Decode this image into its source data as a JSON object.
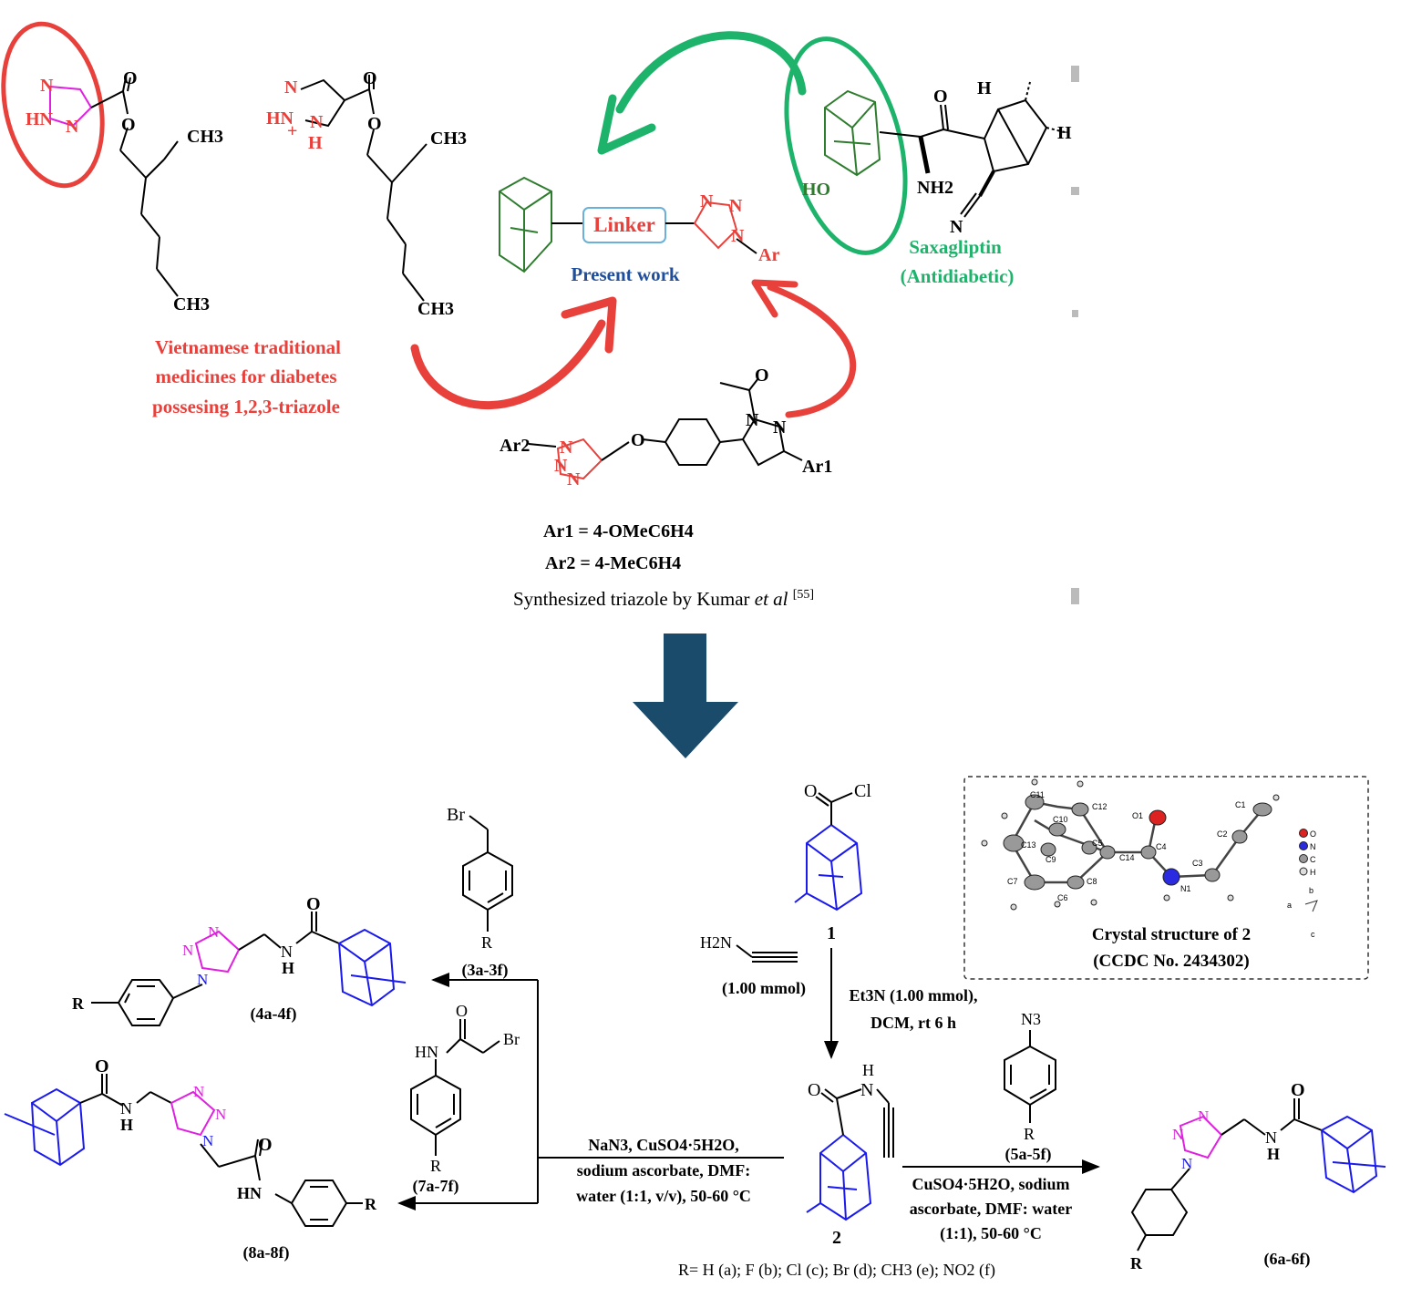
{
  "colors": {
    "red": "#e8413c",
    "green": "#1eb36b",
    "blue_text": "#1f4e9c",
    "magenta": "#e020e0",
    "struct_blue": "#1a1aee",
    "arrow_blue": "#1b4b6b",
    "adamantane_green": "#2e7d2e"
  },
  "top": {
    "compound1": {
      "o_carbonyl": "O",
      "o_ester": "O",
      "n1": "N",
      "hn": "HN",
      "n3": "N",
      "ch3_top": "CH3",
      "ch3_bottom": "CH3"
    },
    "compound2": {
      "o_carbonyl": "O",
      "o_ester": "O",
      "n_top": "N",
      "hn_plus": "HN",
      "plus": "+",
      "nh": "N",
      "h": "H",
      "ch3_top": "CH3",
      "ch3_bottom": "CH3"
    },
    "viet_caption": [
      "Vietnamese traditional",
      "medicines for diabetes",
      "possesing 1,2,3-triazole"
    ],
    "present_work": {
      "linker": "Linker",
      "label": "Present work",
      "n1": "N",
      "n2": "N",
      "n3": "N",
      "ar": "Ar"
    },
    "saxagliptin": {
      "name": "Saxagliptin",
      "role": "(Antidiabetic)",
      "o": "O",
      "h_top": "H",
      "h_right": "H",
      "ho": "HO",
      "nh2": "NH2",
      "n": "N"
    },
    "kumar": {
      "ar2": "Ar2",
      "ar1": "Ar1",
      "o_ether": "O",
      "o_acetyl": "O",
      "n_pyr1": "N",
      "n_pyr2": "N",
      "n_tri1": "N",
      "n_tri2": "N",
      "n_tri3": "N",
      "def1": "Ar1 = 4-OMeC6H4",
      "def2": "Ar2 = 4-MeC6H4",
      "caption": "Synthesized triazole by Kumar",
      "caption_italic": "et al",
      "ref": "[55]"
    }
  },
  "scheme": {
    "start": {
      "o": "O",
      "cl": "Cl",
      "number": "1"
    },
    "amine": {
      "h2n": "H2N",
      "amount": "(1.00 mmol)"
    },
    "step1": {
      "line1": "Et3N (1.00 mmol),",
      "line2": "DCM, rt 6 h"
    },
    "intermediate": {
      "o": "O",
      "nh": "N",
      "h": "H",
      "number": "2"
    },
    "azide": {
      "n3": "N3",
      "r": "R",
      "label": "(5a-5f)"
    },
    "step_right": {
      "line1": "CuSO4·5H2O, sodium",
      "line2": "ascorbate, DMF: water",
      "line3": "(1:1), 50-60 °C"
    },
    "step_left": {
      "line1": "NaN3, CuSO4·5H2O,",
      "line2": "sodium ascorbate, DMF:",
      "line3": "water (1:1, v/v), 50-60 °C"
    },
    "bromide_benzyl": {
      "br": "Br",
      "r": "R",
      "label": "(3a-3f)"
    },
    "bromide_amide": {
      "br": "Br",
      "hn": "HN",
      "o": "O",
      "r": "R",
      "label": "(7a-7f)"
    },
    "product_4": {
      "label": "(4a-4f)",
      "r": "R",
      "o": "O",
      "n": "N",
      "h": "H"
    },
    "product_8": {
      "label": "(8a-8f)",
      "r": "R",
      "o1": "O",
      "o2": "O",
      "n": "N",
      "h": "H",
      "hn": "HN"
    },
    "product_6": {
      "label": "(6a-6f)",
      "r": "R",
      "o": "O",
      "n": "N",
      "h": "H"
    },
    "r_groups": "R= H (a); F (b); Cl (c); Br (d); CH3 (e); NO2 (f)",
    "crystal": {
      "title": "Crystal structure of 2",
      "ccdc": "(CCDC No. 2434302)",
      "atoms": [
        "C1",
        "C2",
        "C3",
        "N1",
        "C4",
        "O1",
        "C14",
        "C5",
        "C12",
        "C10",
        "C11",
        "C13",
        "C9",
        "C7",
        "C6",
        "C8"
      ],
      "legend": [
        "O",
        "N",
        "C",
        "H"
      ],
      "axes": [
        "a",
        "b",
        "c"
      ]
    }
  }
}
